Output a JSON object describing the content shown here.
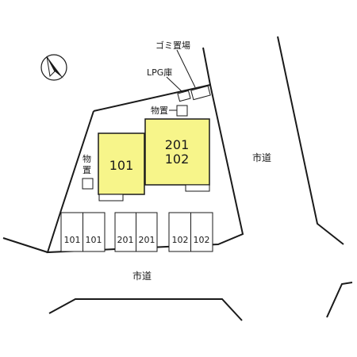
{
  "roads": {
    "north_east": "市道",
    "south": "市道"
  },
  "facilities": {
    "garbage": "ゴミ置場",
    "lpg": "LPG庫",
    "storage_top": "物置",
    "storage_left_1": "物",
    "storage_left_2": "置"
  },
  "buildings": {
    "west": {
      "label": "101"
    },
    "east": {
      "line1": "201",
      "line2": "102"
    }
  },
  "parking": [
    "101",
    "101",
    "201",
    "201",
    "102",
    "102"
  ],
  "colors": {
    "building_fill": "#f7f58a",
    "line": "#1a1a1a"
  },
  "compass": "north-arrow-icon"
}
